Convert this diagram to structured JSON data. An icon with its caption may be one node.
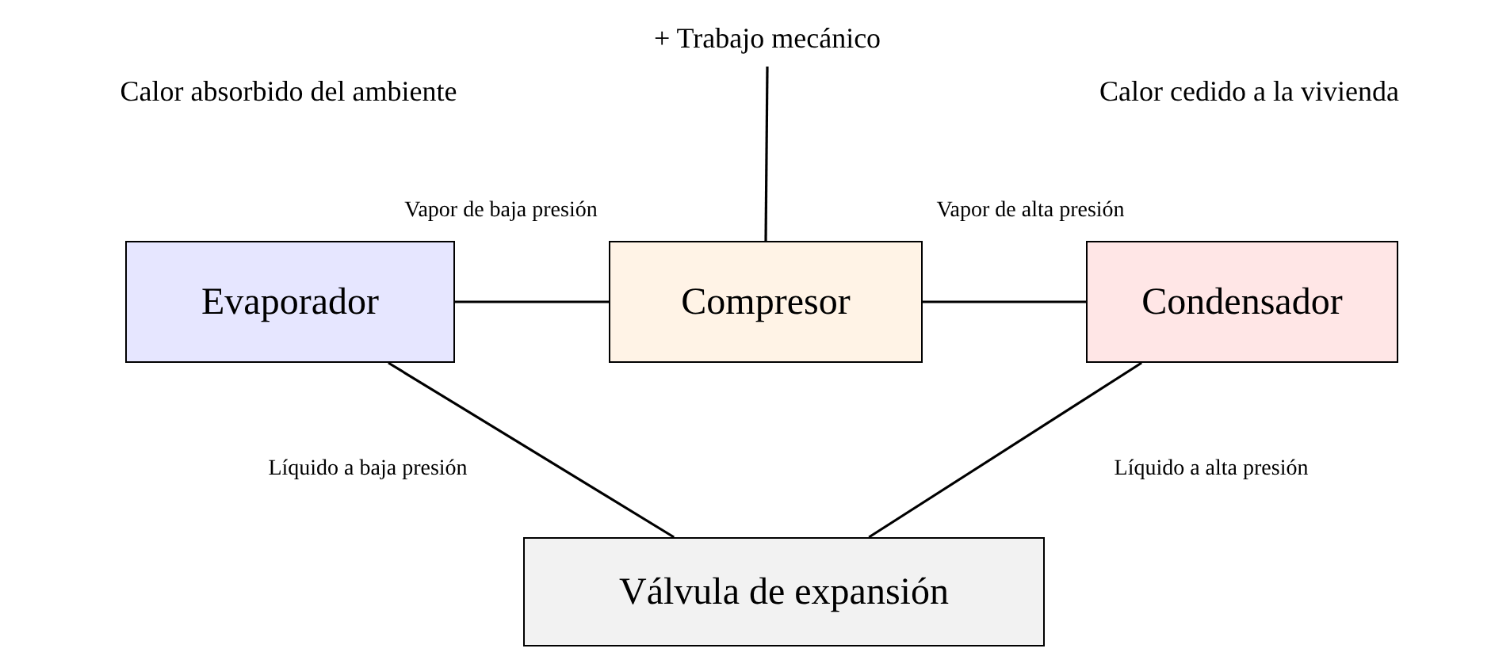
{
  "diagram": {
    "nodes": [
      {
        "text": [
          "Evaporador"
        ]
      },
      {
        "text": [
          "Compresor"
        ]
      },
      {
        "text": [
          "Condensador"
        ]
      },
      {
        "text": [
          "Válvula de expansión"
        ]
      },
      {
        "text": [
          "+ Trabajo mecánico"
        ]
      }
    ],
    "edges": [
      {
        "from": 0,
        "to": 1,
        "arrow": "none",
        "label": "Vapor de baja presión"
      },
      {
        "from": 1,
        "to": 2,
        "arrow": "none",
        "label": "Vapor de alta presión"
      },
      {
        "from": 2,
        "to": 3,
        "arrow": "none",
        "label": "Líquido a alta presión"
      },
      {
        "from": 3,
        "to": 0,
        "arrow": "none",
        "label": "Líquido a baja presión"
      },
      {
        "from": 4,
        "to": 1,
        "arrow": "none"
      }
    ],
    "labels": [
      "Calor absorbido del ambiente",
      "Calor cedido a la vivienda"
    ]
  }
}
